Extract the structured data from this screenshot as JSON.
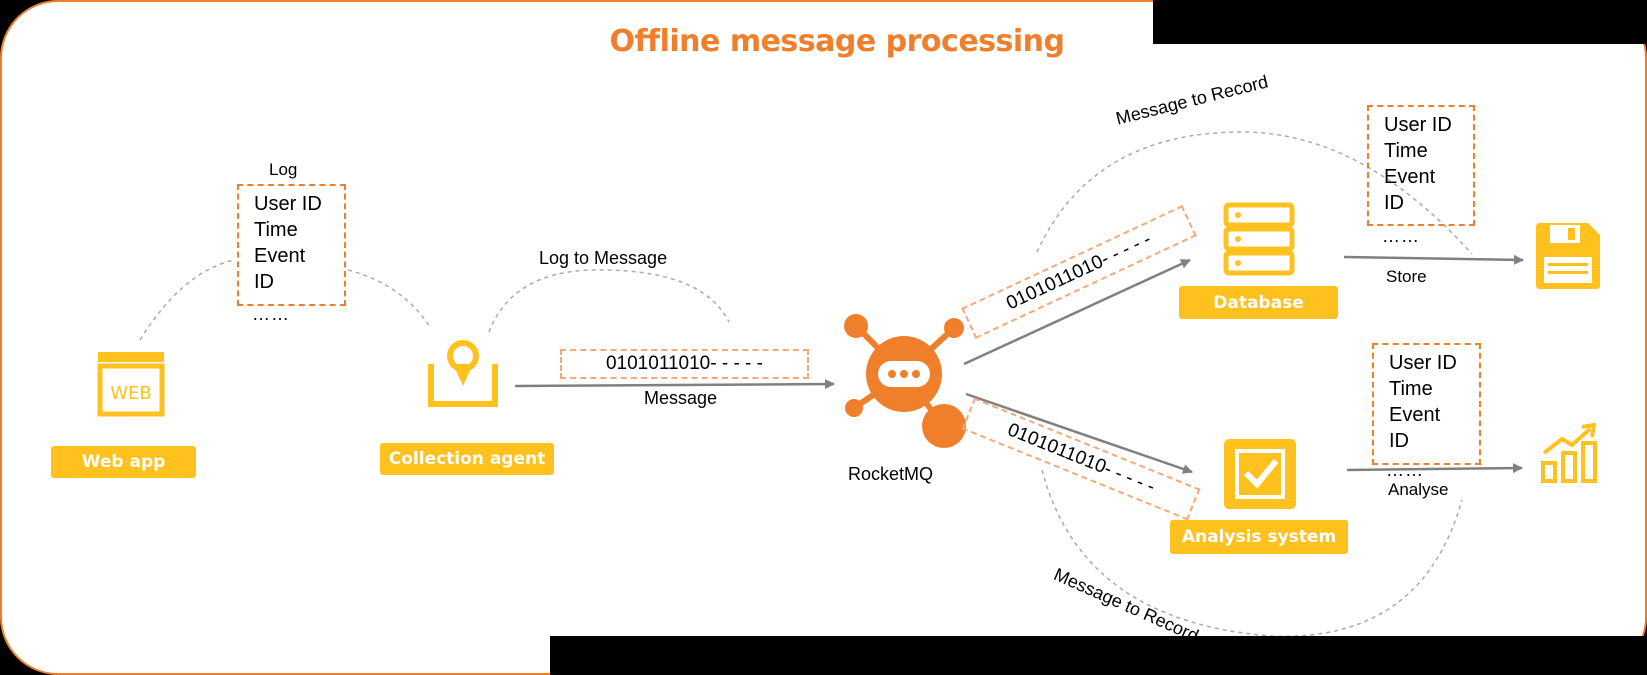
{
  "title": "Offline message processing",
  "nodes": {
    "web_app": {
      "label": "Web app",
      "icon_text": "WEB"
    },
    "collection_agent": {
      "label": "Collection agent"
    },
    "rocketmq": {
      "label": "RocketMQ"
    },
    "database": {
      "label": "Database"
    },
    "analysis_system": {
      "label": "Analysis system"
    }
  },
  "records": {
    "log": {
      "caption": "Log",
      "fields": [
        "User ID",
        "Time",
        "Event",
        "ID"
      ],
      "ellipsis": "……"
    },
    "store": {
      "fields": [
        "User ID",
        "Time",
        "Event",
        "ID"
      ],
      "ellipsis": "……"
    },
    "analyse": {
      "fields": [
        "User ID",
        "Time",
        "Event",
        "ID"
      ],
      "ellipsis": "……"
    }
  },
  "edges": {
    "log_to_message": "Log to Message",
    "message": "Message",
    "message_to_record_top": "Message to Record",
    "message_to_record_bottom": "Message to Record",
    "store": "Store",
    "analyse": "Analyse"
  },
  "binary": {
    "main": "0101011010- - - - -",
    "upper": "0101011010- - - - -",
    "lower": "0101011010- - - - -"
  },
  "colors": {
    "accent": "#F07F2C",
    "chip": "#FFC11E",
    "rocketmq": "#F07F2C",
    "arrow": "#808080"
  },
  "icons": {
    "web_app": "web-browser-icon",
    "collection_agent": "location-pin-tray-icon",
    "rocketmq": "rocketmq-logo-icon",
    "database": "server-stack-icon",
    "analysis_system": "checkmark-box-icon",
    "store": "floppy-disk-icon",
    "analyse": "bar-chart-trend-icon"
  }
}
